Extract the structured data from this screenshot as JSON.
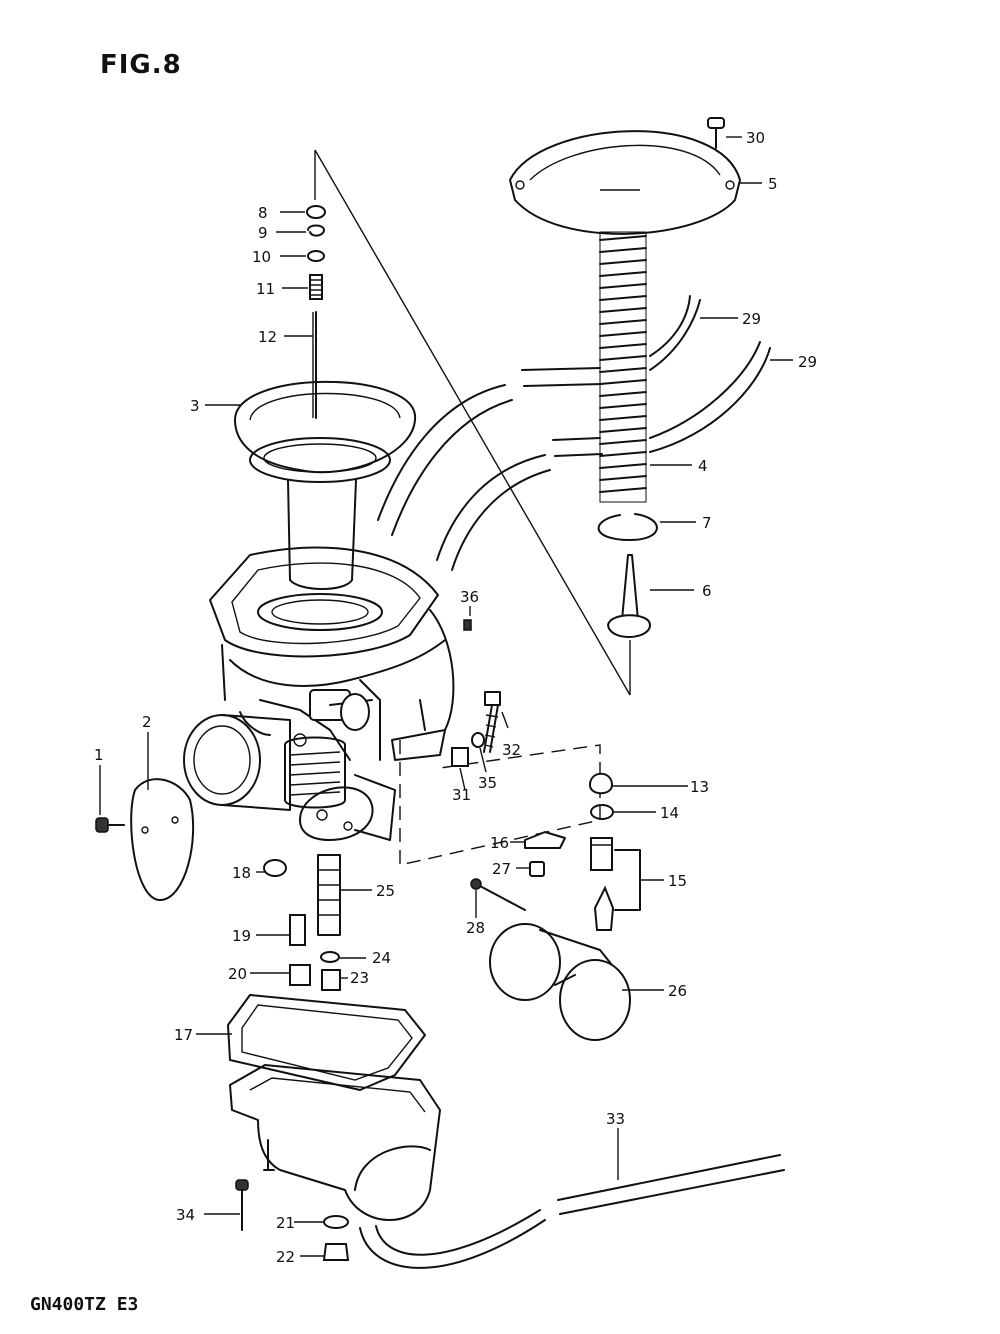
{
  "title": "FIG.8",
  "model_code": "GN400TZ E3",
  "callouts": [
    {
      "id": "c1",
      "label": "1"
    },
    {
      "id": "c2",
      "label": "2"
    },
    {
      "id": "c3",
      "label": "3"
    },
    {
      "id": "c4",
      "label": "4"
    },
    {
      "id": "c5",
      "label": "5"
    },
    {
      "id": "c6",
      "label": "6"
    },
    {
      "id": "c7",
      "label": "7"
    },
    {
      "id": "c8",
      "label": "8"
    },
    {
      "id": "c9",
      "label": "9"
    },
    {
      "id": "c10",
      "label": "10"
    },
    {
      "id": "c11",
      "label": "11"
    },
    {
      "id": "c12",
      "label": "12"
    },
    {
      "id": "c13",
      "label": "13"
    },
    {
      "id": "c14",
      "label": "14"
    },
    {
      "id": "c15",
      "label": "15"
    },
    {
      "id": "c16",
      "label": "16"
    },
    {
      "id": "c17",
      "label": "17"
    },
    {
      "id": "c18",
      "label": "18"
    },
    {
      "id": "c19",
      "label": "19"
    },
    {
      "id": "c20",
      "label": "20"
    },
    {
      "id": "c21",
      "label": "21"
    },
    {
      "id": "c22",
      "label": "22"
    },
    {
      "id": "c23",
      "label": "23"
    },
    {
      "id": "c24",
      "label": "24"
    },
    {
      "id": "c25",
      "label": "25"
    },
    {
      "id": "c26",
      "label": "26"
    },
    {
      "id": "c27",
      "label": "27"
    },
    {
      "id": "c28",
      "label": "28"
    },
    {
      "id": "c29a",
      "label": "29"
    },
    {
      "id": "c29b",
      "label": "29"
    },
    {
      "id": "c30",
      "label": "30"
    },
    {
      "id": "c31",
      "label": "31"
    },
    {
      "id": "c32",
      "label": "32"
    },
    {
      "id": "c33",
      "label": "33"
    },
    {
      "id": "c34",
      "label": "34"
    },
    {
      "id": "c35",
      "label": "35"
    },
    {
      "id": "c36",
      "label": "36"
    }
  ]
}
